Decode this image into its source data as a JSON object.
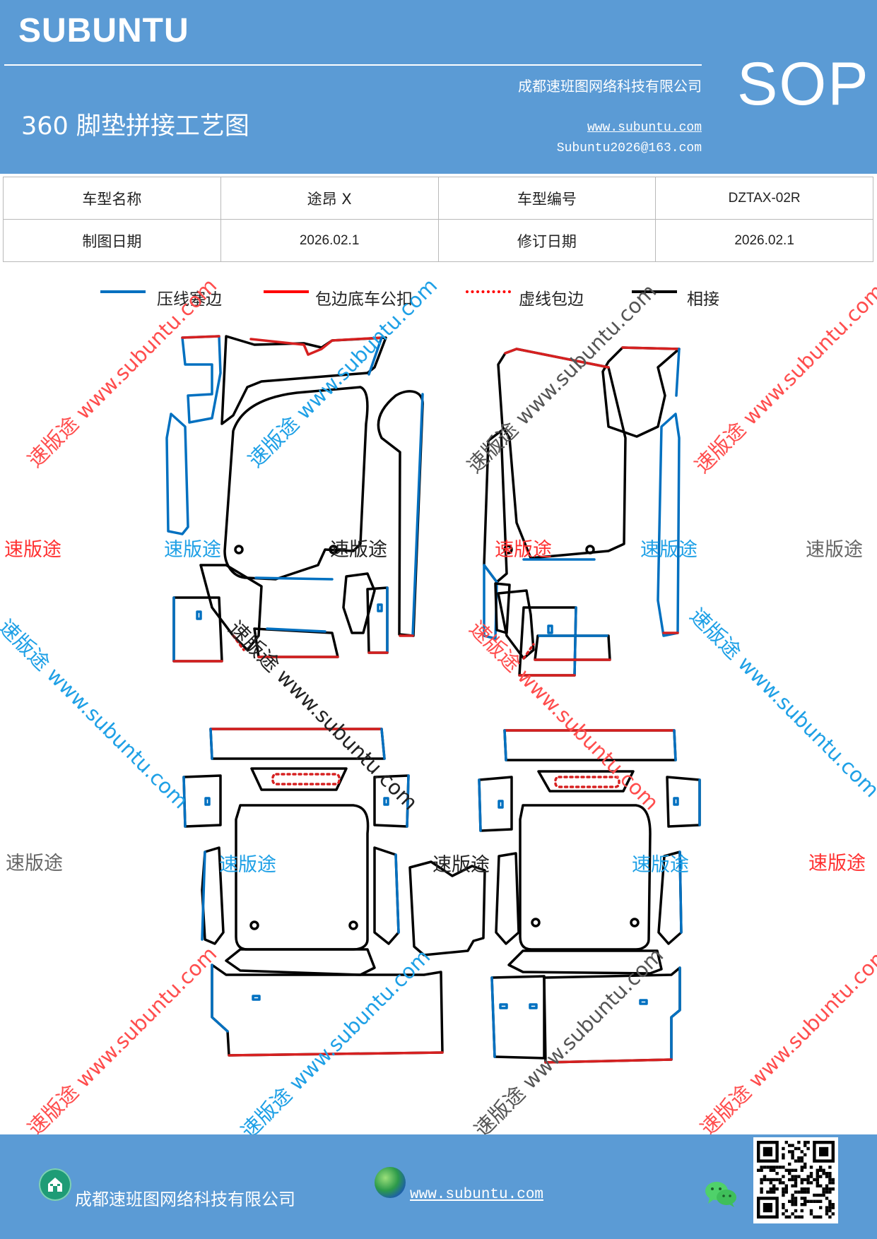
{
  "header": {
    "brand": "SUBUNTU",
    "title": "360 脚垫拼接工艺图",
    "company": "成都速班图网络科技有限公司",
    "website": "www.subuntu.com",
    "email": "Subuntu2026@163.com",
    "sop": "SOP"
  },
  "info_table": {
    "model_name_label": "车型名称",
    "model_name_value": "途昂 X",
    "model_code_label": "车型编号",
    "model_code_value": "DZTAX-02R",
    "draw_date_label": "制图日期",
    "draw_date_value": "2026.02.1",
    "revise_date_label": "修订日期",
    "revise_date_value": "2026.02.1"
  },
  "legend": [
    {
      "label": "压线塞边",
      "color": "#0070c0",
      "style": "solid"
    },
    {
      "label": "包边底车公扣",
      "color": "#ff0000",
      "style": "solid"
    },
    {
      "label": "虚线包边",
      "color": "#ff0000",
      "style": "dotted"
    },
    {
      "label": "相接",
      "color": "#000000",
      "style": "solid"
    }
  ],
  "watermark": {
    "diag": "速版途 www.subuntu.com",
    "flat": "速版途",
    "colors": {
      "red": "#ff4d4d",
      "blue": "#1ea0e6",
      "gray": "#666666",
      "dark": "#222222"
    }
  },
  "footer": {
    "company": "成都速班图网络科技有限公司",
    "website": "www.subuntu.com",
    "icons": [
      "home-icon",
      "globe-icon",
      "wechat-icon",
      "qr-code"
    ]
  }
}
